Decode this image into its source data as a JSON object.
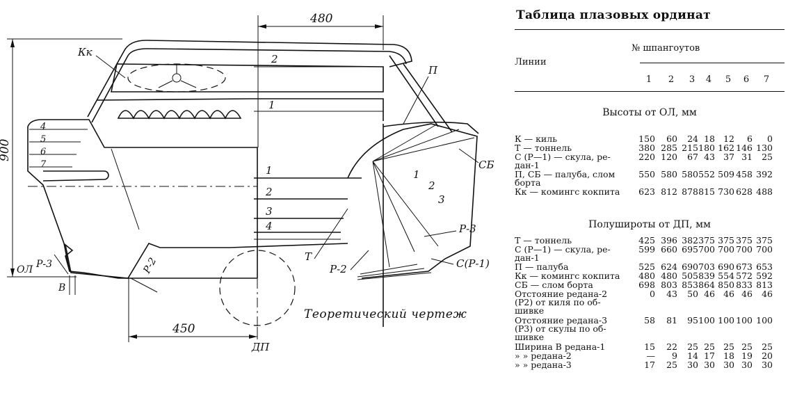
{
  "drawing": {
    "dim_480": "480",
    "dim_900": "900",
    "dim_450": "450",
    "label_kk": "Кк",
    "label_p": "П",
    "label_sb": "СБ",
    "label_t": "Т",
    "label_p2_left": "Р-2",
    "label_p3_left": "Р-3",
    "label_p2_right": "Р-2",
    "label_p3_right": "Р-3",
    "label_c": "С(Р-1)",
    "label_ol": "ОЛ",
    "label_dp": "ДП",
    "label_b": "В",
    "caption": "Теоретический чертеж",
    "wl_top": [
      "2",
      "1"
    ],
    "wl_mid": [
      "1",
      "2",
      "3",
      "4"
    ],
    "wl_left": [
      "4",
      "5",
      "6",
      "7"
    ],
    "wl_right": [
      "1",
      "2",
      "3"
    ]
  },
  "table": {
    "title": "Таблица плазовых ординат",
    "lines_header": "Линии",
    "frames_header": "№ шпангоутов",
    "frame_numbers": [
      "1",
      "2",
      "3",
      "4",
      "5",
      "6",
      "7"
    ],
    "section1_title": "Высоты от ОЛ, мм",
    "section1_rows": [
      {
        "label": "К — киль",
        "values": [
          "150",
          "60",
          "24",
          "18",
          "12",
          "6",
          "0"
        ]
      },
      {
        "label": "Т — тоннель",
        "values": [
          "380",
          "285",
          "215",
          "180",
          "162",
          "146",
          "130"
        ]
      },
      {
        "label": "С (Р—1) — скула, ре-\nдан-1",
        "values": [
          "220",
          "120",
          "67",
          "43",
          "37",
          "31",
          "25"
        ]
      },
      {
        "label": "П, СБ — палуба, слом\nборта",
        "values": [
          "550",
          "580",
          "580",
          "552",
          "509",
          "458",
          "392"
        ]
      },
      {
        "label": "Кк — комингс кокпита",
        "values": [
          "623",
          "812",
          "878",
          "815",
          "730",
          "628",
          "488"
        ]
      }
    ],
    "section2_title": "Полуширoты от ДП, мм",
    "section2_rows": [
      {
        "label": "Т — тоннель",
        "values": [
          "425",
          "396",
          "382",
          "375",
          "375",
          "375",
          "375"
        ]
      },
      {
        "label": "С (Р—1) — скула, ре-\nдан-1",
        "values": [
          "599",
          "660",
          "695",
          "700",
          "700",
          "700",
          "700"
        ]
      },
      {
        "label": "П — палуба",
        "values": [
          "525",
          "624",
          "690",
          "703",
          "690",
          "673",
          "653"
        ]
      },
      {
        "label": "Кк — комингс кокпита",
        "values": [
          "480",
          "480",
          "505",
          "839",
          "554",
          "572",
          "592"
        ]
      },
      {
        "label": "СБ — слом борта",
        "values": [
          "698",
          "803",
          "853",
          "864",
          "850",
          "833",
          "813"
        ]
      },
      {
        "label": "Отстояние    редана-2\n(Р2) от киля по об-\nшивке",
        "values": [
          "0",
          "43",
          "50",
          "46",
          "46",
          "46",
          "46"
        ]
      },
      {
        "label": "Отстояние    редана-3\n(Р3) от скулы по об-\nшивке",
        "values": [
          "58",
          "81",
          "95",
          "100",
          "100",
          "100",
          "100"
        ]
      },
      {
        "label": "Ширина В редана-1",
        "values": [
          "15",
          "22",
          "25",
          "25",
          "25",
          "25",
          "25"
        ]
      },
      {
        "label": "    »         » редана-2",
        "values": [
          "—",
          "9",
          "14",
          "17",
          "18",
          "19",
          "20"
        ]
      },
      {
        "label": "    »         » редана-3",
        "values": [
          "17",
          "25",
          "30",
          "30",
          "30",
          "30",
          "30"
        ]
      }
    ]
  }
}
